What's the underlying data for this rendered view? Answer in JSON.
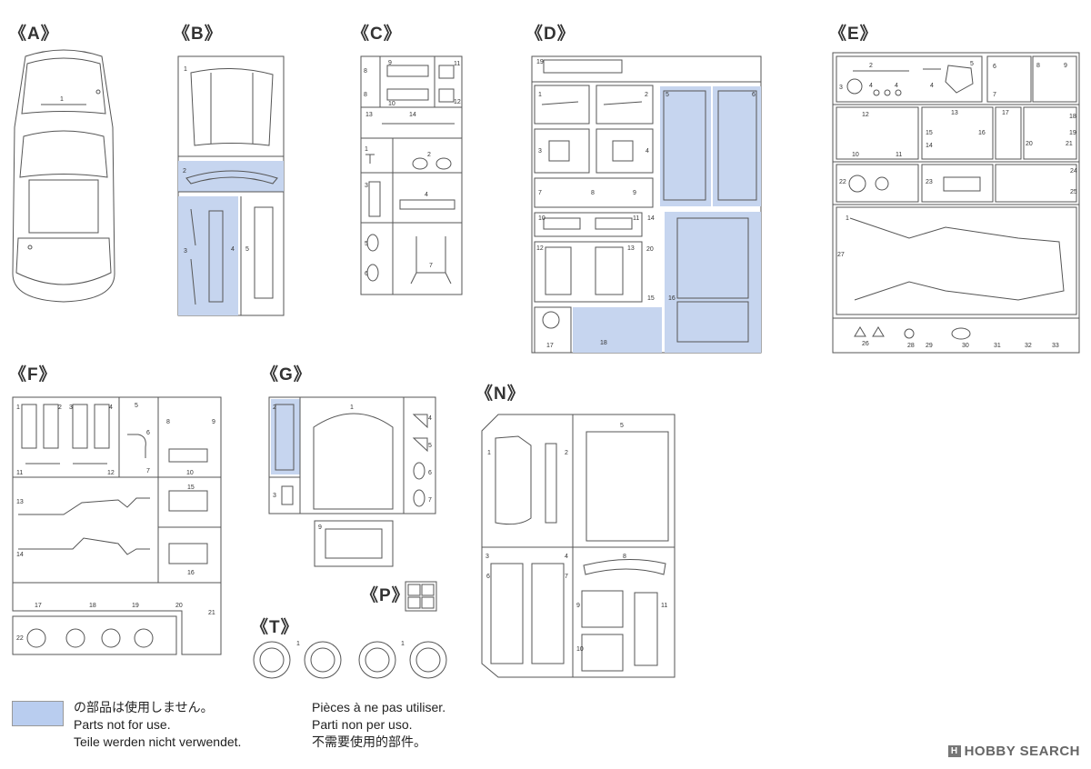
{
  "sections": {
    "A": "《A》",
    "B": "《B》",
    "C": "《C》",
    "D": "《D》",
    "E": "《E》",
    "F": "《F》",
    "G": "《G》",
    "N": "《N》",
    "P": "《P》",
    "T": "《T》"
  },
  "colors": {
    "unused_parts": "#c6d5ef",
    "line": "#555555"
  },
  "legend": {
    "jp": "の部品は使用しません。",
    "en": "Parts not for use.",
    "de": "Teile werden nicht verwendet.",
    "fr": "Pièces à ne pas utiliser.",
    "it": "Parti non per uso.",
    "zh": "不需要使用的部件。"
  },
  "watermark": {
    "logo": "H",
    "text": "HOBBY SEARCH"
  },
  "part_numbers": {
    "A": [
      "1"
    ],
    "B": [
      "1",
      "2",
      "3",
      "4",
      "5"
    ],
    "C": [
      "8",
      "8",
      "9",
      "10",
      "11",
      "12",
      "13",
      "14",
      "1",
      "2",
      "3",
      "4",
      "5",
      "6",
      "7"
    ],
    "D": [
      "19",
      "1",
      "2",
      "3",
      "4",
      "5",
      "6",
      "7",
      "8",
      "9",
      "10",
      "11",
      "12",
      "13",
      "14",
      "15",
      "16",
      "17",
      "18",
      "20"
    ],
    "E": [
      "2",
      "3",
      "4",
      "4",
      "4",
      "5",
      "6",
      "7",
      "8",
      "9",
      "10",
      "11",
      "12",
      "13",
      "14",
      "15",
      "16",
      "17",
      "18",
      "19",
      "20",
      "21",
      "22",
      "23",
      "24",
      "25",
      "1",
      "27",
      "26",
      "28",
      "29",
      "30",
      "31",
      "32",
      "33"
    ],
    "F": [
      "1",
      "2",
      "3",
      "4",
      "5",
      "6",
      "7",
      "8",
      "9",
      "10",
      "11",
      "12",
      "13",
      "14",
      "15",
      "16",
      "17",
      "18",
      "19",
      "20",
      "21",
      "22"
    ],
    "G": [
      "1",
      "2",
      "3",
      "4",
      "5",
      "6",
      "7",
      "9"
    ],
    "N": [
      "1",
      "2",
      "3",
      "4",
      "5",
      "6",
      "7",
      "8",
      "9",
      "10",
      "11"
    ],
    "T": [
      "1",
      "1"
    ]
  }
}
